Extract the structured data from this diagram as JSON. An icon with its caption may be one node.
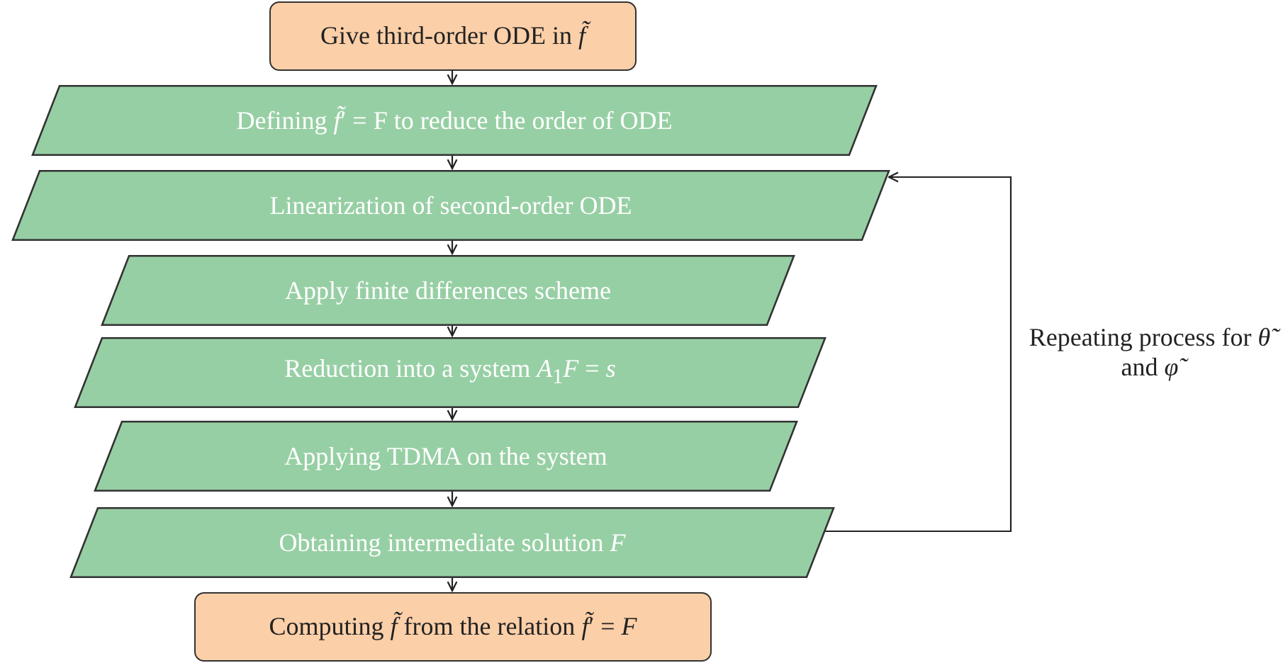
{
  "diagram": {
    "nodes": [
      {
        "text": [
          "Give third-order ODE in *f̃*"
        ]
      },
      {
        "text": [
          "Defining *f̃*′ = F to reduce the order of ODE"
        ]
      },
      {
        "text": [
          "Linearization of second-order ODE"
        ]
      },
      {
        "text": [
          "Apply finite differences scheme"
        ]
      },
      {
        "text": [
          "Reduction into a system *A*$_{1}$*F* = *s*"
        ]
      },
      {
        "text": [
          "Applying TDMA on the system"
        ]
      },
      {
        "text": [
          "Obtaining intermediate solution *F*"
        ]
      },
      {
        "text": [
          "Computing *f̃* from the relation *f̃*′ = *F*"
        ]
      }
    ],
    "edges": [
      {
        "from": 0,
        "to": 1,
        "arrow": "to"
      },
      {
        "from": 1,
        "to": 2,
        "arrow": "to"
      },
      {
        "from": 2,
        "to": 3,
        "arrow": "to"
      },
      {
        "from": 3,
        "to": 4,
        "arrow": "to"
      },
      {
        "from": 4,
        "to": 5,
        "arrow": "to"
      },
      {
        "from": 5,
        "to": 6,
        "arrow": "to"
      },
      {
        "from": 6,
        "to": 7,
        "arrow": "to"
      },
      {
        "from": 6,
        "to": 2,
        "arrow": "to",
        "label": "Repeating process for *θ̃* and *φ̃*"
      }
    ]
  }
}
